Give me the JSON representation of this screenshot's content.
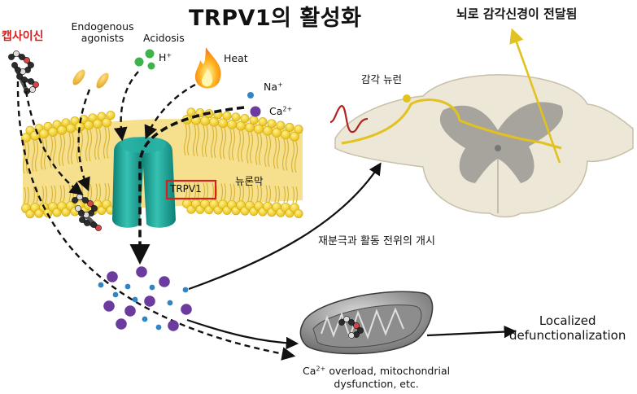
{
  "title": "TRPV1의 활성화",
  "labels": {
    "capsaicin": "캡사이신",
    "endogenous_line1": "Endogenous",
    "endogenous_line2": "agonists",
    "acidosis": "Acidosis",
    "h_base": "H",
    "h_sup": "+",
    "heat": "Heat",
    "na_base": "Na",
    "na_sup": "+",
    "ca_base": "Ca",
    "ca_sup": "2+",
    "neuron_membrane": "뉴론막",
    "trpv1": "TRPV1",
    "sensory_neuron": "감각 뉴런",
    "to_brain": "뇌로 감각신경이 전달됨",
    "repolarization": "재분극과 활동 전위의 개시",
    "localized_line1": "Localized",
    "localized_line2": "defunctionalization",
    "overload_ca": "Ca",
    "overload_sup": "2+",
    "overload_rest": " overload, mitochondrial",
    "overload_line2": "dysfunction, etc."
  },
  "colors": {
    "title_accent": "#111111",
    "capsaicin_label": "#d62020",
    "trpv1_box": "#d62020",
    "channel": "#1aa396",
    "lipid_head": "#f2cf23",
    "lipid_tail": "#d8b53a",
    "calcium_ion": "#6b3c9e",
    "sodium_ion": "#2f86c6",
    "proton": "#3cb44b",
    "nerve_fiber": "#e2c21e",
    "spinal_white": "#ede7d8",
    "spinal_gray": "#a7a49e",
    "pain_signal": "#b22222"
  },
  "icons": [
    "capsaicin-molecule-icon",
    "endogenous-agonist-icon",
    "proton-icon",
    "flame-icon",
    "mitochondrion-icon",
    "spinal-cord-icon"
  ]
}
